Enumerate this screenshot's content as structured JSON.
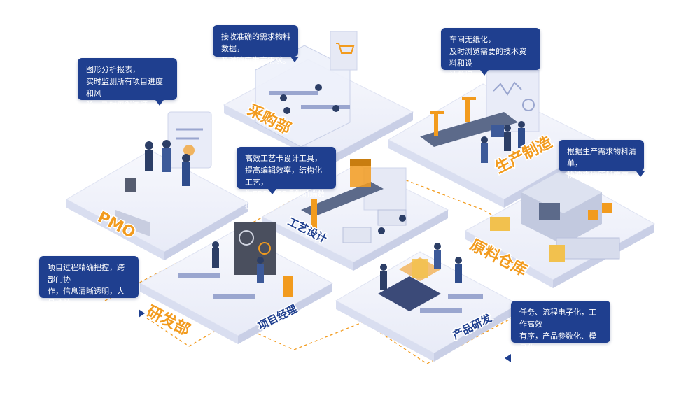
{
  "zones": {
    "pmo": "PMO",
    "caigou": "采购部",
    "shengchan": "生产制造",
    "gongyi": "工艺设计",
    "yuanliao": "原料仓库",
    "yanfa": "研发部",
    "xiangmu": "项目经理",
    "chanpin": "产品研发"
  },
  "callouts": {
    "pmo": "图形分析报表，\n实时监测所有项目进度和风\n险，及时平衡资源。",
    "caigou": "接收准确的需求物料数据，\n及时响应生产需求。",
    "shengchan": "车间无纸化，\n及时浏览需要的技术资料和设\n计数据。",
    "gongyi": "高效工艺卡设计工具，\n提高编辑效率，结构化工艺，\n为ERP/MES提供前端数据源。",
    "yuanliao": "根据生产需求物料清单，\n快速查询原料库存。",
    "xiangmu": "项目过程精确把控，跨部门协\n作，信息清晰透明，人员绩效\n有迹可循。",
    "chanpin": "任务、流程电子化，工作高效\n有序，产品参数化、模具化，\n快速订单交付。"
  },
  "colors": {
    "accent_orange": "#f29b1e",
    "callout_blue": "#1f3f8f",
    "platform": "#f2f4fb",
    "platform_side": "#d9def0"
  }
}
